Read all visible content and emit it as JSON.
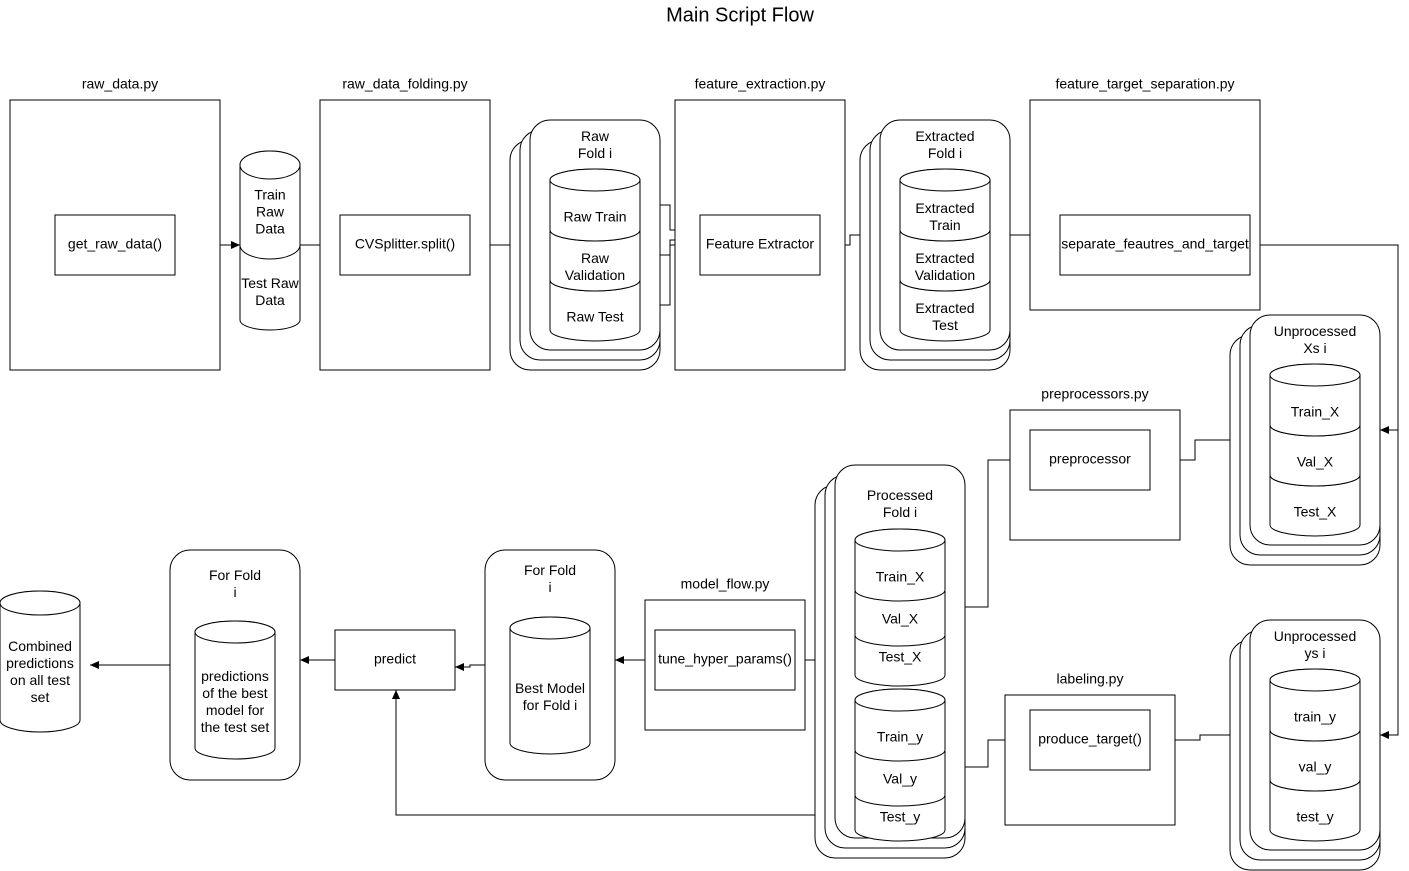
{
  "title": "Main Script Flow",
  "modules": {
    "raw_data": "raw_data.py",
    "raw_data_folding": "raw_data_folding.py",
    "feature_extraction": "feature_extraction.py",
    "feature_target_separation": "feature_target_separation.py",
    "preprocessors": "preprocessors.py",
    "model_flow": "model_flow.py",
    "labeling": "labeling.py"
  },
  "functions": {
    "get_raw_data": "get_raw_data()",
    "cv_splitter": "CVSplitter.split()",
    "feature_extractor": "Feature Extractor",
    "separate": "separate_feautres_and_target",
    "preprocessor": "preprocessor",
    "tune": "tune_hyper_params()",
    "produce_target": "produce_target()",
    "predict": "predict"
  },
  "raw_data_store": {
    "train": [
      "Train",
      "Raw",
      "Data"
    ],
    "test": [
      "Test Raw",
      "Data"
    ]
  },
  "raw_fold": {
    "title": [
      "Raw",
      "Fold i"
    ],
    "train": [
      "Raw Train"
    ],
    "validation": [
      "Raw",
      "Validation"
    ],
    "test": [
      "Raw Test"
    ]
  },
  "extracted_fold": {
    "title": [
      "Extracted",
      "Fold i"
    ],
    "train": [
      "Extracted",
      "Train"
    ],
    "validation": [
      "Extracted",
      "Validation"
    ],
    "test": [
      "Extracted",
      "Test"
    ]
  },
  "unprocessed_xs": {
    "title": [
      "Unprocessed",
      "Xs i"
    ],
    "train": [
      "Train_X"
    ],
    "val": [
      "Val_X"
    ],
    "test": [
      "Test_X"
    ]
  },
  "unprocessed_ys": {
    "title": [
      "Unprocessed",
      "ys i"
    ],
    "train": [
      "train_y"
    ],
    "val": [
      "val_y"
    ],
    "test": [
      "test_y"
    ]
  },
  "processed_fold": {
    "title": [
      "Processed",
      "Fold i"
    ],
    "train_x": [
      "Train_X"
    ],
    "val_x": [
      "Val_X"
    ],
    "test_x": [
      "Test_X"
    ],
    "train_y": [
      "Train_y"
    ],
    "val_y": [
      "Val_y"
    ],
    "test_y": [
      "Test_y"
    ]
  },
  "best_model_fold": {
    "title": [
      "For Fold",
      "i"
    ],
    "content": [
      "Best Model",
      "for Fold i"
    ]
  },
  "predictions_fold": {
    "title": [
      "For Fold",
      "i"
    ],
    "content": [
      "predictions",
      "of the best",
      "model for",
      "the test set"
    ]
  },
  "combined": [
    "Combined",
    "predictions",
    "on all test",
    "set"
  ]
}
